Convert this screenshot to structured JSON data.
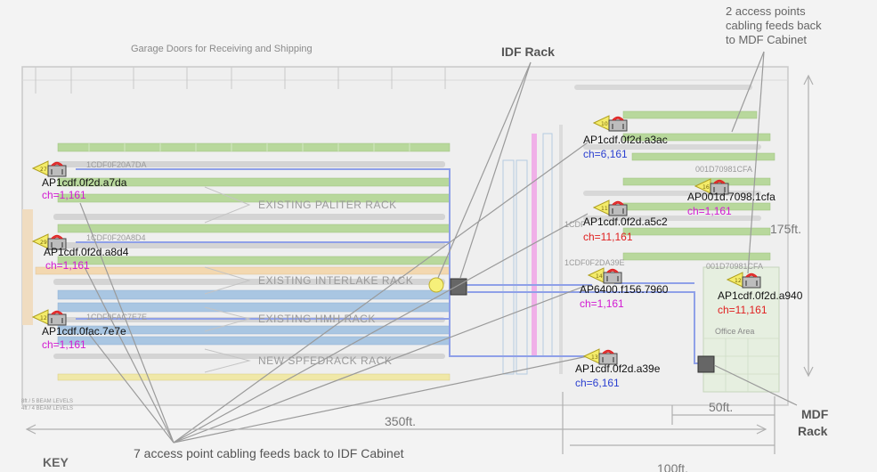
{
  "colors": {
    "ch_blue": "#2a3fd0",
    "ch_magenta": "#d21ad2",
    "ch_red": "#e02020",
    "cable_blue": "#8fa0e8",
    "rack_green": "#b8d89c",
    "rack_blue": "#a9c6e2",
    "pointer_gray": "#9a9a9a"
  },
  "labels": {
    "garage_doors": "Garage Doors for Receiving and Shipping",
    "idf_rack": "IDF Rack",
    "mdf_rack_line1": "MDF",
    "mdf_rack_line2": "Rack",
    "top_note_line1": "2 access points",
    "top_note_line2": "cabling feeds back",
    "top_note_line3": "to MDF Cabinet",
    "bottom_note": "7 access point cabling feeds back to IDF Cabinet",
    "key": "KEY",
    "dim_350": "350ft.",
    "dim_175": "175ft.",
    "dim_50": "50ft.",
    "dim_100": "100ft.",
    "office_area": "Office Area",
    "legend_line1": "8ft / 5 BEAM LEVELS",
    "legend_line2": "4ft / 4 BEAM LEVELS"
  },
  "racks": {
    "paliter": "EXISTING PALITER RACK",
    "interlake": "EXISTING INTERLAKE RACK",
    "hmh": "EXISTING HMH RACK",
    "spfedrack": "NEW SPFEDRACK RACK"
  },
  "device_ids": {
    "a7da": "1CDF0F20A7DA",
    "a8d4": "1CDF0F20A8D4",
    "e7e": "1CDF0FAC7E7E",
    "cfa_top": "001D70981CFA",
    "cfa_bottom": "001D70981CFA",
    "a39e": "1CDF0F2DA39E",
    "a5c2": "1CDF"
  },
  "access_points": [
    {
      "name": "AP1cdf.0f2d.a7da",
      "channel": "ch=1,161",
      "channel_color": "magenta",
      "tag": "27"
    },
    {
      "name": "AP1cdf.0f2d.a8d4",
      "channel": "ch=1,161",
      "channel_color": "magenta",
      "tag": "29"
    },
    {
      "name": "AP1cdf.0fac.7e7e",
      "channel": "ch=1,161",
      "channel_color": "magenta",
      "tag": "12"
    },
    {
      "name": "AP1cdf.0f2d.a3ac",
      "channel": "ch=6,161",
      "channel_color": "blue",
      "tag": "10"
    },
    {
      "name": "AP001d.7098.1cfa",
      "channel": "ch=1,161",
      "channel_color": "magenta",
      "tag": "16"
    },
    {
      "name": "AP1cdf.0f2d.a5c2",
      "channel": "ch=11,161",
      "channel_color": "red",
      "tag": "11"
    },
    {
      "name": "AP6400.f156.7960",
      "channel": "ch=1,161",
      "channel_color": "magenta",
      "tag": "14"
    },
    {
      "name": "AP1cdf.0f2d.a940",
      "channel": "ch=11,161",
      "channel_color": "red",
      "tag": "12"
    },
    {
      "name": "AP1cdf.0f2d.a39e",
      "channel": "ch=6,161",
      "channel_color": "blue",
      "tag": "13"
    }
  ]
}
